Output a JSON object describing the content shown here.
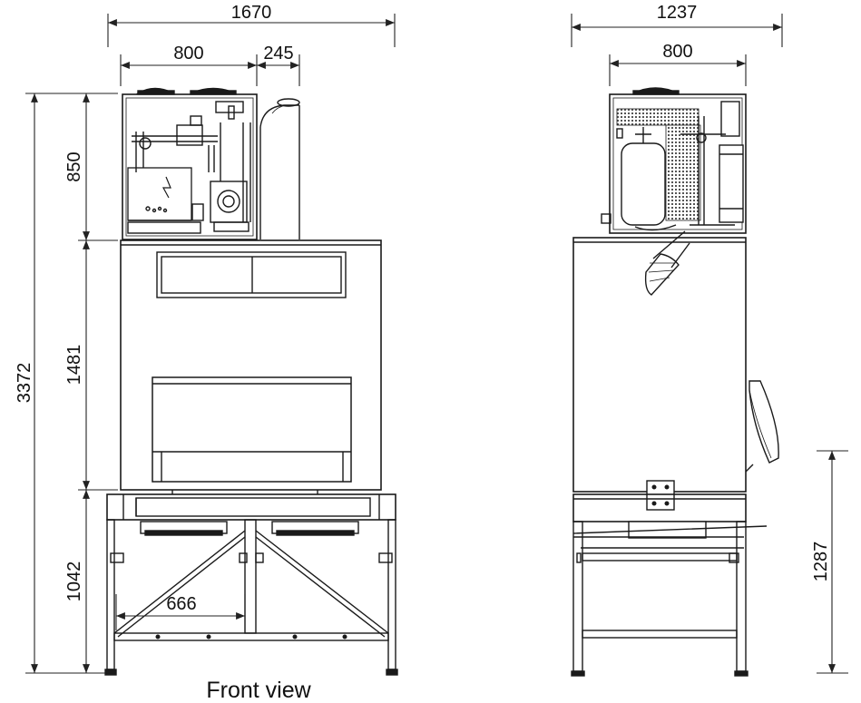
{
  "front": {
    "dim_total_width": "1670",
    "dim_unit_width": "800",
    "dim_duct_width": "245",
    "dim_total_height": "3372",
    "dim_top_height": "850",
    "dim_cabinet_height": "1481",
    "dim_stand_height": "1042",
    "dim_leg_span": "666",
    "caption": "Front view"
  },
  "side": {
    "dim_total_width": "1237",
    "dim_unit_width": "800",
    "dim_height": "1287"
  },
  "colors": {
    "line": "#1a1a1a",
    "dim_line": "#222222",
    "panel_fill": "#ffffff",
    "mesh": "#555555"
  }
}
